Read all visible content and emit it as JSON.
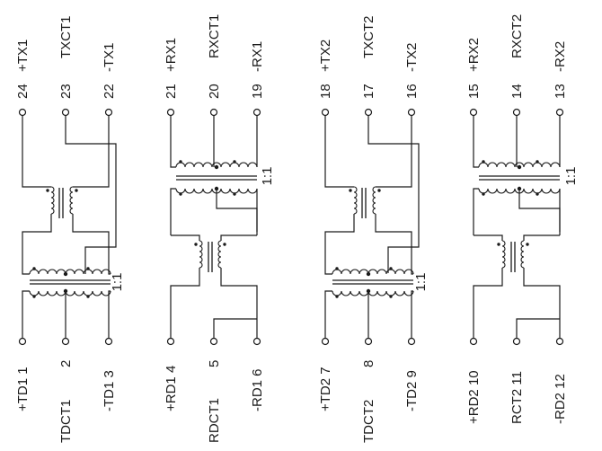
{
  "diagram": {
    "channels": [
      {
        "top": [
          {
            "num": "24",
            "name": "+TX1"
          },
          {
            "num": "23",
            "name": "TXCT1"
          },
          {
            "num": "22",
            "name": "-TX1"
          }
        ],
        "bottom": [
          {
            "num": "1",
            "name": "+TD1"
          },
          {
            "num": "2",
            "name": "TDCT1"
          },
          {
            "num": "3",
            "name": "-TD1"
          }
        ],
        "ratio": "1:1"
      },
      {
        "top": [
          {
            "num": "21",
            "name": "+RX1"
          },
          {
            "num": "20",
            "name": "RXCT1"
          },
          {
            "num": "19",
            "name": "-RX1"
          }
        ],
        "bottom": [
          {
            "num": "4",
            "name": "+RD1"
          },
          {
            "num": "5",
            "name": "RDCT1"
          },
          {
            "num": "6",
            "name": "-RD1"
          }
        ],
        "ratio": "1:1"
      },
      {
        "top": [
          {
            "num": "18",
            "name": "+TX2"
          },
          {
            "num": "17",
            "name": "TXCT2"
          },
          {
            "num": "16",
            "name": "-TX2"
          }
        ],
        "bottom": [
          {
            "num": "7",
            "name": "+TD2"
          },
          {
            "num": "8",
            "name": "TDCT2"
          },
          {
            "num": "9",
            "name": "-TD2"
          }
        ],
        "ratio": "1:1"
      },
      {
        "top": [
          {
            "num": "15",
            "name": "+RX2"
          },
          {
            "num": "14",
            "name": "RXCT2"
          },
          {
            "num": "13",
            "name": "-RX2"
          }
        ],
        "bottom": [
          {
            "num": "10",
            "name": "+RD2"
          },
          {
            "num": "11",
            "name": "RCT2"
          },
          {
            "num": "12",
            "name": "-RD2"
          }
        ],
        "ratio": "1:1"
      }
    ]
  }
}
